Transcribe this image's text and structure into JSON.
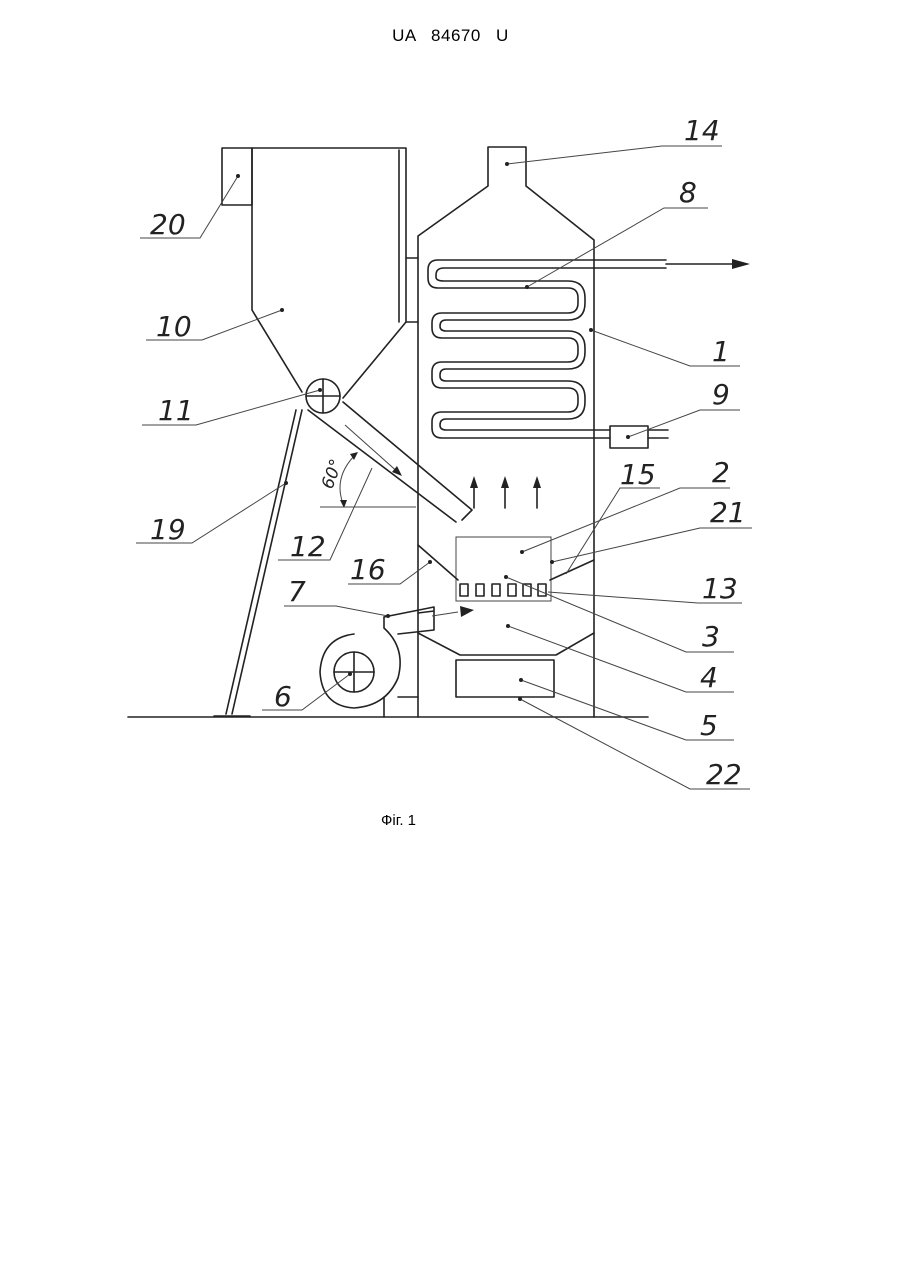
{
  "header": {
    "doc_id": "UA   84670   U"
  },
  "figure": {
    "caption": "Фіг. 1",
    "angle_label": "60°",
    "labels": [
      {
        "key": "l1",
        "text": "1"
      },
      {
        "key": "l2",
        "text": "2"
      },
      {
        "key": "l3",
        "text": "3"
      },
      {
        "key": "l4",
        "text": "4"
      },
      {
        "key": "l5",
        "text": "5"
      },
      {
        "key": "l6",
        "text": "6"
      },
      {
        "key": "l7",
        "text": "7"
      },
      {
        "key": "l8",
        "text": "8"
      },
      {
        "key": "l9",
        "text": "9"
      },
      {
        "key": "l10",
        "text": "10"
      },
      {
        "key": "l11",
        "text": "11"
      },
      {
        "key": "l12",
        "text": "12"
      },
      {
        "key": "l13",
        "text": "13"
      },
      {
        "key": "l14",
        "text": "14"
      },
      {
        "key": "l15",
        "text": "15"
      },
      {
        "key": "l16",
        "text": "16"
      },
      {
        "key": "l19",
        "text": "19"
      },
      {
        "key": "l20",
        "text": "20"
      },
      {
        "key": "l21",
        "text": "21"
      },
      {
        "key": "l22",
        "text": "22"
      }
    ]
  }
}
